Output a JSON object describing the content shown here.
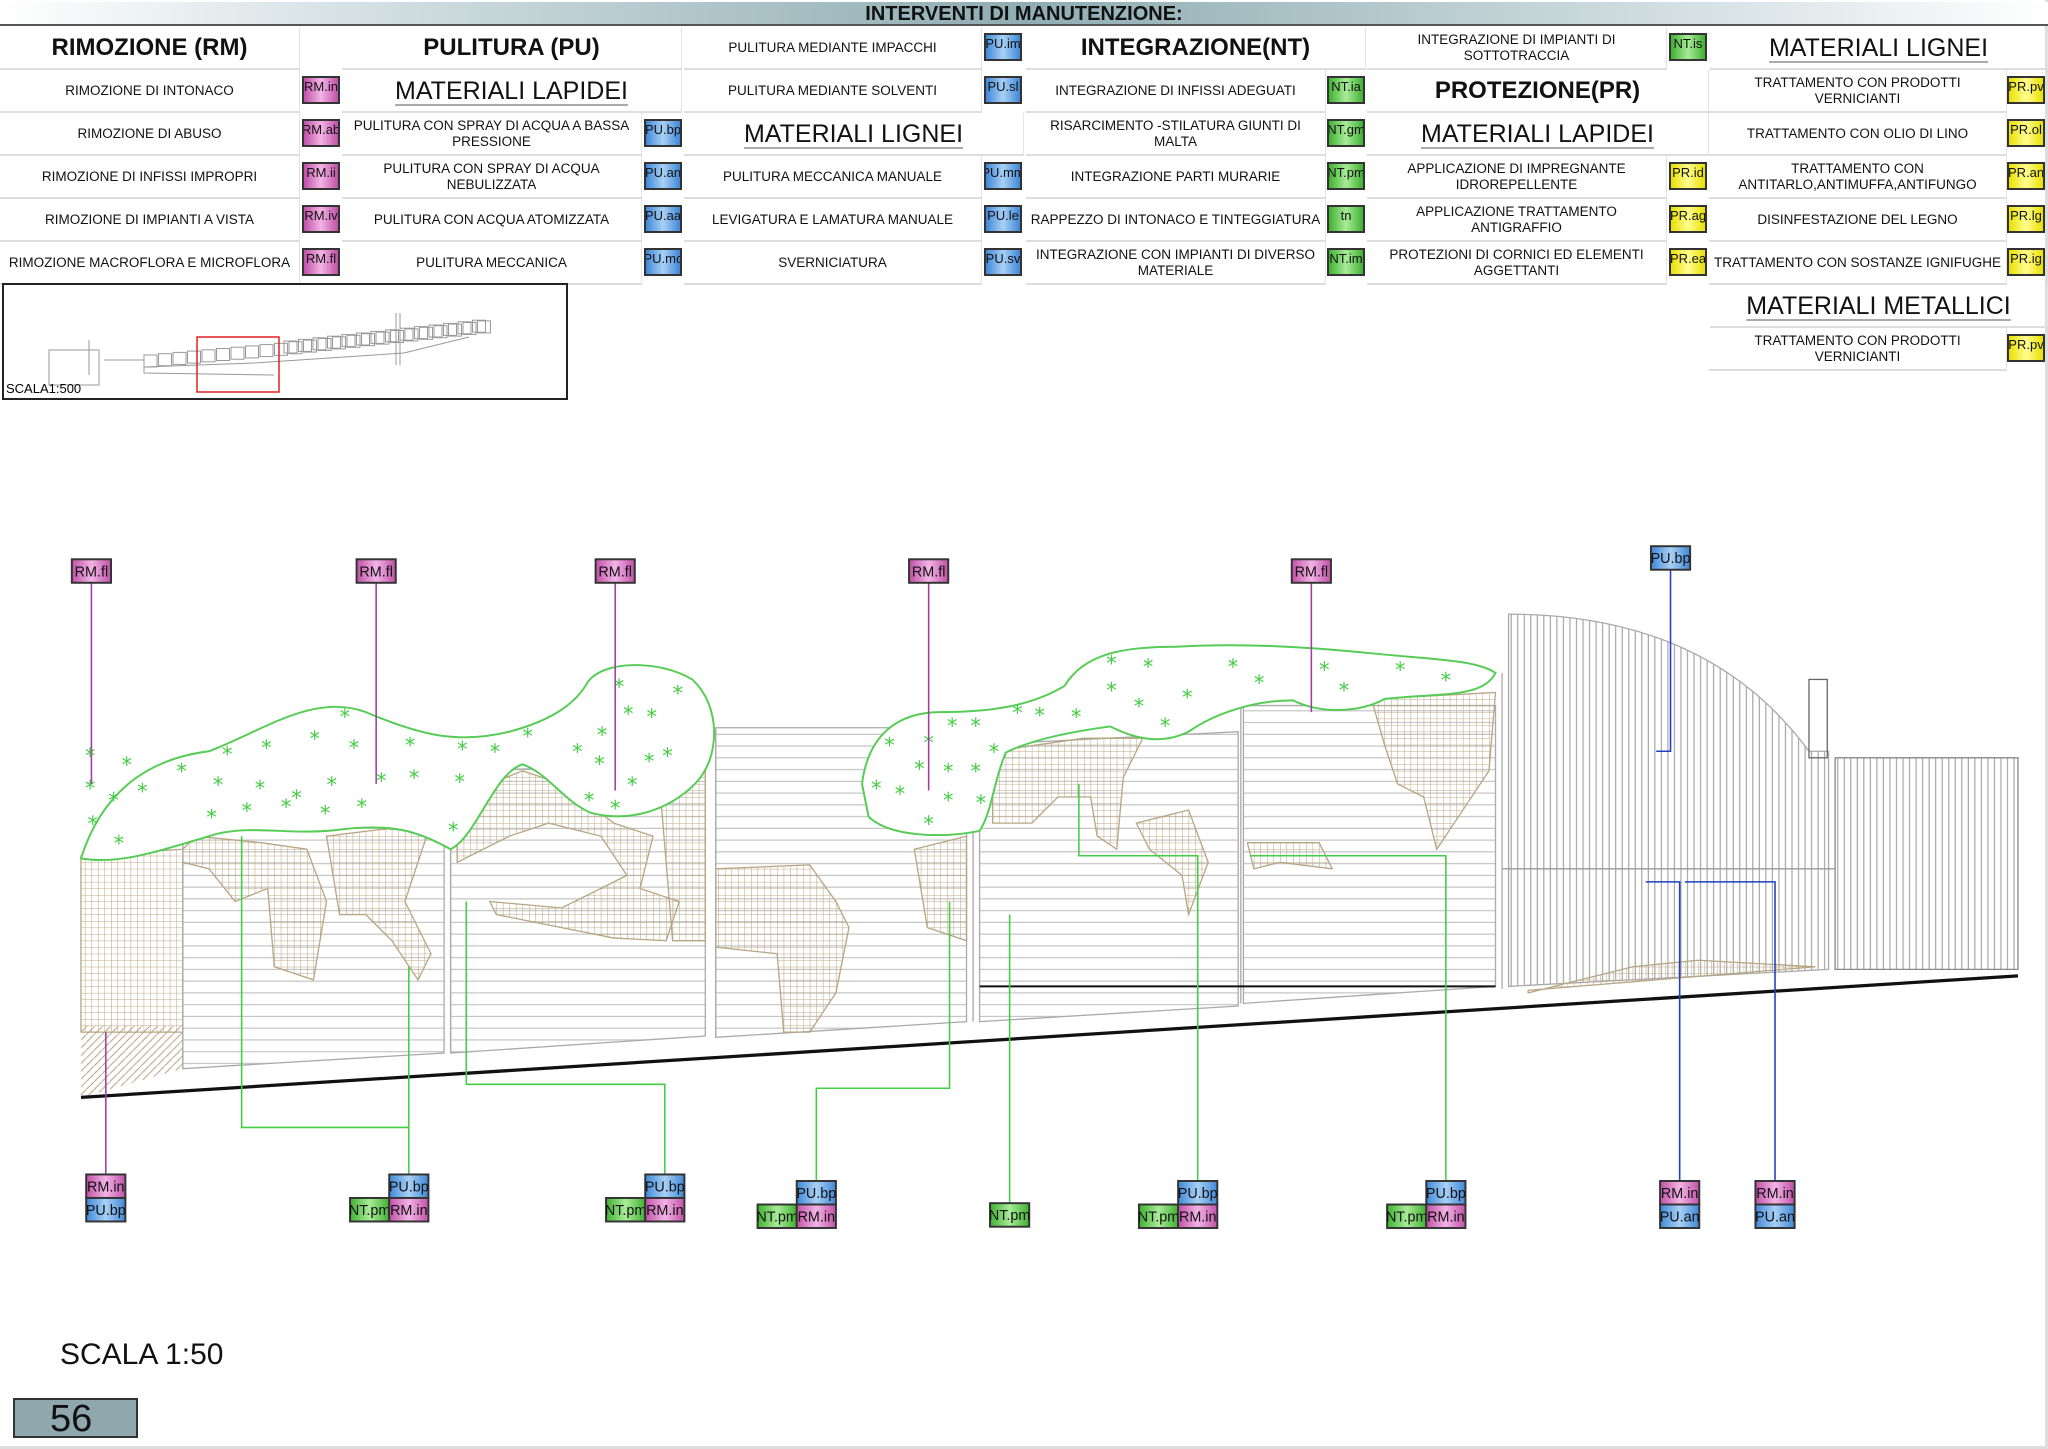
{
  "title": "INTERVENTI DI MANUTENZIONE:",
  "legend": {
    "col1": {
      "header": "RIMOZIONE (RM)",
      "items": [
        {
          "label": "RIMOZIONE DI INTONACO",
          "code": "RM.in"
        },
        {
          "label": "RIMOZIONE DI ABUSO",
          "code": "RM.ab"
        },
        {
          "label": "RIMOZIONE DI INFISSI IMPROPRI",
          "code": "RM.ii"
        },
        {
          "label": "RIMOZIONE DI IMPIANTI A VISTA",
          "code": "RM.iv"
        },
        {
          "label": "RIMOZIONE MACROFLORA E MICROFLORA",
          "code": "RM.fl"
        }
      ]
    },
    "col2": {
      "header": "PULITURA (PU)",
      "subheader": "MATERIALI LAPIDEI",
      "items": [
        {
          "label": "PULITURA CON SPRAY DI ACQUA A BASSA PRESSIONE",
          "code": "PU.bp"
        },
        {
          "label": "PULITURA CON SPRAY DI ACQUA NEBULIZZATA",
          "code": "PU.an"
        },
        {
          "label": "PULITURA CON  ACQUA ATOMIZZATA",
          "code": "PU.aa"
        },
        {
          "label": "PULITURA MECCANICA",
          "code": "PU.mc"
        }
      ]
    },
    "col3": {
      "subheader": "MATERIALI LIGNEI",
      "items": [
        {
          "label": "PULITURA  MEDIANTE IMPACCHI",
          "code": "PU.im"
        },
        {
          "label": "PULITURA MEDIANTE SOLVENTI",
          "code": "PU.sl"
        },
        {
          "label": "PULITURA MECCANICA MANUALE",
          "code": "PU.mm"
        },
        {
          "label": "LEVIGATURA E LAMATURA MANUALE",
          "code": "PU.le"
        },
        {
          "label": "SVERNICIATURA",
          "code": "PU.sv"
        }
      ]
    },
    "col4": {
      "header": "INTEGRAZIONE(NT)",
      "items": [
        {
          "label": "INTEGRAZIONE DI INFISSI ADEGUATI",
          "code": "NT.ia"
        },
        {
          "label": "RISARCIMENTO -STILATURA GIUNTI DI MALTA",
          "code": "NT.gm"
        },
        {
          "label": "INTEGRAZIONE PARTI MURARIE",
          "code": "NT.pm"
        },
        {
          "label": "RAPPEZZO DI INTONACO E TINTEGGIATURA",
          "code": "tn"
        },
        {
          "label": "INTEGRAZIONE CON IMPIANTI DI DIVERSO MATERIALE",
          "code": "NT.im"
        }
      ]
    },
    "col5": {
      "top_item": {
        "label": "INTEGRAZIONE DI IMPIANTI DI SOTTOTRACCIA",
        "code": "NT.is"
      },
      "header": "PROTEZIONE(PR)",
      "subheader": "MATERIALI LAPIDEI",
      "items": [
        {
          "label": "APPLICAZIONE DI IMPREGNANTE IDROREPELLENTE",
          "code": "PR.id"
        },
        {
          "label": "APPLICAZIONE TRATTAMENTO ANTIGRAFFIO",
          "code": "PR.ag"
        },
        {
          "label": "PROTEZIONI DI CORNICI ED ELEMENTI AGGETTANTI",
          "code": "PR.ea"
        }
      ]
    },
    "col6": {
      "subheader": "MATERIALI LIGNEI",
      "items": [
        {
          "label": "TRATTAMENTO CON PRODOTTI VERNICIANTI",
          "code": "PR.pv"
        },
        {
          "label": "TRATTAMENTO CON OLIO DI LINO",
          "code": "PR.ol"
        },
        {
          "label": "TRATTAMENTO CON ANTITARLO,ANTIMUFFA,ANTIFUNGO",
          "code": "PR.an"
        },
        {
          "label": "DISINFESTAZIONE DEL LEGNO",
          "code": "PR.lg"
        },
        {
          "label": "TRATTAMENTO CON SOSTANZE IGNIFUGHE",
          "code": "PR.ig"
        }
      ],
      "subheader2": "MATERIALI METALLICI",
      "items2": [
        {
          "label": "TRATTAMENTO CON PRODOTTI VERNICIANTI",
          "code": "PR.pv"
        }
      ]
    }
  },
  "keymap": {
    "scale": "SCALA1:500"
  },
  "tags": {
    "top": [
      "RM.fl",
      "RM.fl",
      "RM.fl",
      "RM.fl",
      "RM.fl",
      "PU.bp"
    ],
    "bottom": [
      [
        "RM.in",
        "PU.bp"
      ],
      [
        "PU.bp",
        "NT.pm",
        "RM.in"
      ],
      [
        "PU.bp",
        "NT.pm",
        "RM.in"
      ],
      [
        "PU.bp",
        "NT.pm",
        "RM.in"
      ],
      [
        "NT.pm"
      ],
      [
        "PU.bp",
        "NT.pm",
        "RM.in"
      ],
      [
        "PU.bp",
        "NT.pm",
        "RM.in"
      ],
      [
        "RM.in",
        "PU.an"
      ],
      [
        "RM.in",
        "PU.an"
      ]
    ]
  },
  "scale": "SCALA 1:50",
  "page_number": "56",
  "colors": {
    "RM": "#d070c0",
    "PU": "#5aa0e0",
    "NT": "#5cc84a",
    "PR": "#f5f020"
  }
}
